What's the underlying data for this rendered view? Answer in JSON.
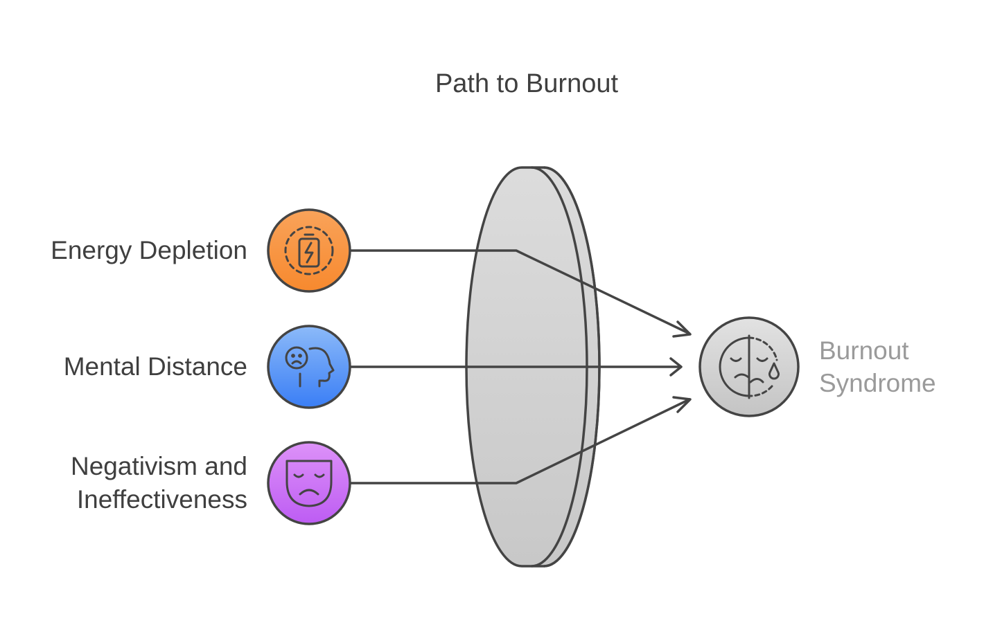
{
  "title": "Path to Burnout",
  "inputs": [
    {
      "label_lines": [
        "Energy Depletion"
      ],
      "icon": "battery-charging-icon",
      "color": "#f7923f"
    },
    {
      "label_lines": [
        "Mental Distance"
      ],
      "icon": "sad-head-profile-icon",
      "color": "#4d8ef7"
    },
    {
      "label_lines": [
        "Negativism and",
        "Ineffectiveness"
      ],
      "icon": "sad-mask-icon",
      "color": "#c768f5"
    }
  ],
  "output": {
    "label_lines": [
      "Burnout",
      "Syndrome"
    ],
    "icon": "crying-face-icon",
    "color": "#cfcfcf"
  },
  "lens": {
    "icon": "lens-filter-icon",
    "color": "#d4d4d4"
  }
}
